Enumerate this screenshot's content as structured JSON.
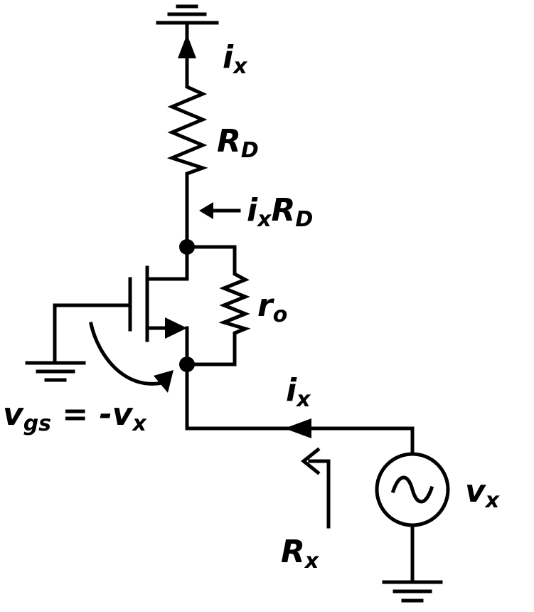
{
  "labels": {
    "ix_top": {
      "main": "i",
      "sub": "x"
    },
    "rd": {
      "main": "R",
      "sub": "D"
    },
    "ixrd": {
      "a": "i",
      "a_sub": "x",
      "b": "R",
      "b_sub": "D"
    },
    "ro": {
      "main": "r",
      "sub": "o"
    },
    "vgs": {
      "a": "v",
      "a_sub": "gs",
      "rest": " = -v",
      "b_sub": "x"
    },
    "ix_bottom": {
      "main": "i",
      "sub": "x"
    },
    "vx": {
      "main": "v",
      "sub": "x"
    },
    "rx": {
      "main": "R",
      "sub": "x"
    }
  }
}
